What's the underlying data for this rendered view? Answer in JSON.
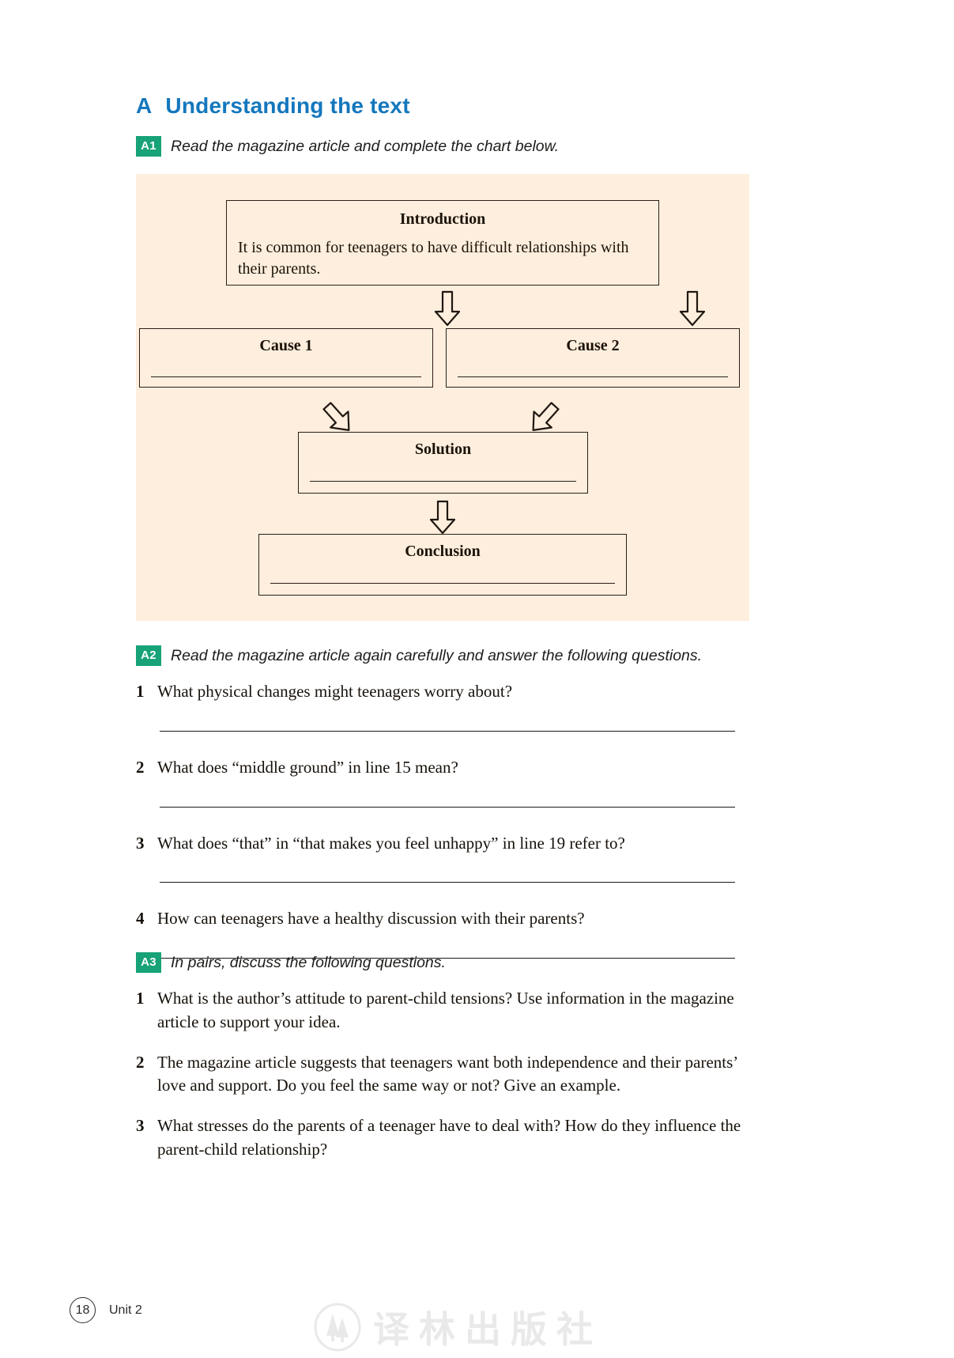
{
  "section": {
    "letter": "A",
    "title": "Understanding the text"
  },
  "colors": {
    "heading_blue": "#1477bd",
    "badge_green": "#17a277",
    "chart_panel_bg": "#fdeedd",
    "box_border": "#2b2018"
  },
  "tasks": {
    "a1": {
      "badge": "A1",
      "instruction": "Read the magazine article and complete the chart below."
    },
    "a2": {
      "badge": "A2",
      "instruction": "Read the magazine article again carefully and answer the following questions.",
      "questions": [
        {
          "num": "1",
          "text": "What physical changes might teenagers worry about?"
        },
        {
          "num": "2",
          "text": "What does “middle ground” in line 15 mean?"
        },
        {
          "num": "3",
          "text": "What does “that” in “that makes you feel unhappy” in line 19 refer to?"
        },
        {
          "num": "4",
          "text": "How can teenagers have a healthy discussion with their parents?"
        }
      ]
    },
    "a3": {
      "badge": "A3",
      "instruction": "In pairs, discuss the following questions.",
      "questions": [
        {
          "num": "1",
          "text": "What is the author’s attitude to parent-child tensions? Use information in the magazine article to support your idea."
        },
        {
          "num": "2",
          "text": "The magazine article suggests that teenagers want both independence and their parents’ love and support. Do you feel the same way or not? Give an example."
        },
        {
          "num": "3",
          "text": "What stresses do the parents of a teenager have to deal with? How do they influence the parent-child relationship?"
        }
      ]
    }
  },
  "chart_data": {
    "type": "diagram",
    "title": "Cause-solution flow chart",
    "nodes": [
      {
        "id": "introduction",
        "label": "Introduction",
        "body": "It is common for teenagers to have difficult relationships with their parents.",
        "blank": false
      },
      {
        "id": "cause1",
        "label": "Cause 1",
        "body": "",
        "blank": true
      },
      {
        "id": "cause2",
        "label": "Cause 2",
        "body": "",
        "blank": true
      },
      {
        "id": "solution",
        "label": "Solution",
        "body": "",
        "blank": true
      },
      {
        "id": "conclusion",
        "label": "Conclusion",
        "body": "",
        "blank": true
      }
    ],
    "edges": [
      {
        "from": "introduction",
        "to": "cause1",
        "arrow": "down"
      },
      {
        "from": "introduction",
        "to": "cause2",
        "arrow": "down"
      },
      {
        "from": "cause1",
        "to": "solution",
        "arrow": "down-right"
      },
      {
        "from": "cause2",
        "to": "solution",
        "arrow": "down-left"
      },
      {
        "from": "solution",
        "to": "conclusion",
        "arrow": "down"
      }
    ]
  },
  "footer": {
    "page_number": "18",
    "unit_label": "Unit 2",
    "watermark_text": "译林出版社"
  }
}
